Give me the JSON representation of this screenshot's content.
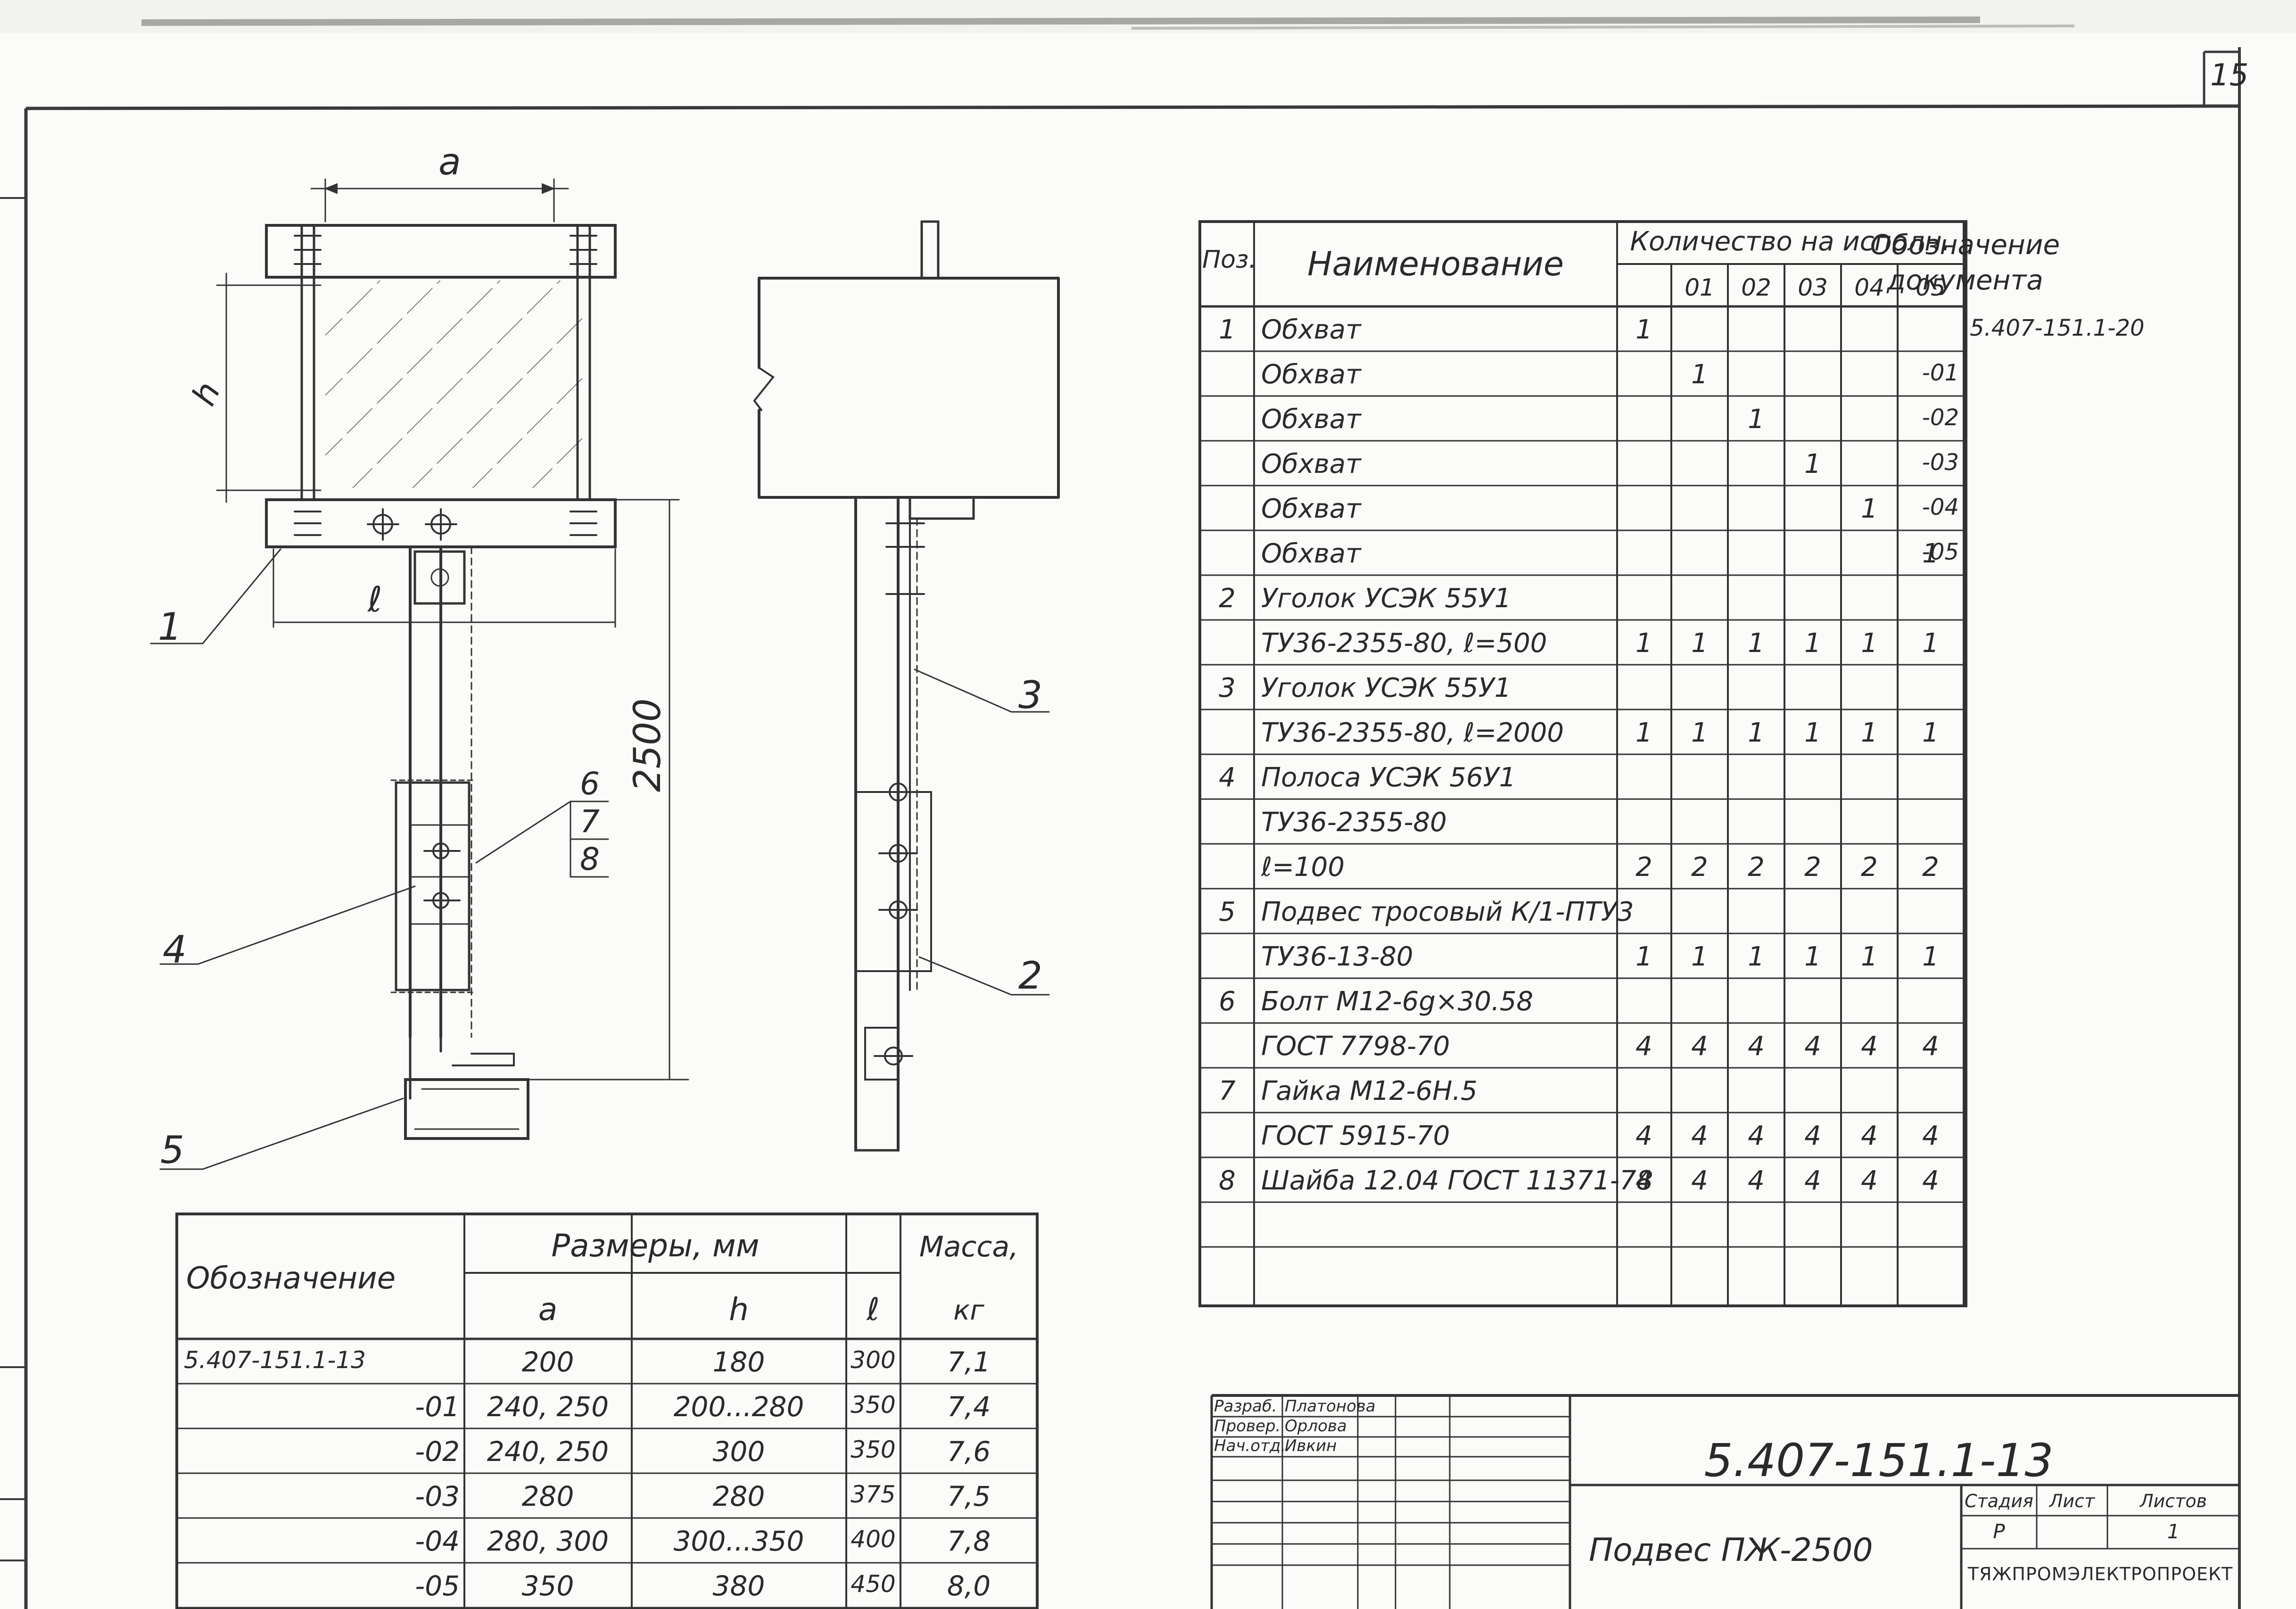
{
  "sheet_number": "15",
  "drawing_dims": {
    "a": "a",
    "h": "h",
    "l": "ℓ",
    "length": "2500"
  },
  "callouts": [
    "1",
    "2",
    "3",
    "4",
    "5",
    "6",
    "7",
    "8"
  ],
  "spec_table": {
    "headers": {
      "pos": "Поз.",
      "name": "Наименование",
      "qty": "Количество на исполн.",
      "doc_line1": "Обозначение",
      "doc_line2": "документа",
      "variants": [
        "",
        "01",
        "02",
        "03",
        "04",
        "05"
      ]
    },
    "rows": [
      {
        "pos": "1",
        "name": "Обхват",
        "q": [
          "1",
          "",
          "",
          "",
          "",
          ""
        ],
        "doc": "5.407-151.1-20"
      },
      {
        "pos": "",
        "name": "Обхват",
        "q": [
          "",
          "1",
          "",
          "",
          "",
          ""
        ],
        "doc": "-01"
      },
      {
        "pos": "",
        "name": "Обхват",
        "q": [
          "",
          "",
          "1",
          "",
          "",
          ""
        ],
        "doc": "-02"
      },
      {
        "pos": "",
        "name": "Обхват",
        "q": [
          "",
          "",
          "",
          "1",
          "",
          ""
        ],
        "doc": "-03"
      },
      {
        "pos": "",
        "name": "Обхват",
        "q": [
          "",
          "",
          "",
          "",
          "1",
          ""
        ],
        "doc": "-04"
      },
      {
        "pos": "",
        "name": "Обхват",
        "q": [
          "",
          "",
          "",
          "",
          "",
          "1"
        ],
        "doc": "-05"
      },
      {
        "pos": "2",
        "name": "Уголок УСЭК 55У1",
        "q": [
          "",
          "",
          "",
          "",
          "",
          ""
        ],
        "doc": ""
      },
      {
        "pos": "",
        "name": "ТУ36-2355-80, ℓ=500",
        "q": [
          "1",
          "1",
          "1",
          "1",
          "1",
          "1"
        ],
        "doc": ""
      },
      {
        "pos": "3",
        "name": "Уголок УСЭК 55У1",
        "q": [
          "",
          "",
          "",
          "",
          "",
          ""
        ],
        "doc": ""
      },
      {
        "pos": "",
        "name": "ТУ36-2355-80, ℓ=2000",
        "q": [
          "1",
          "1",
          "1",
          "1",
          "1",
          "1"
        ],
        "doc": ""
      },
      {
        "pos": "4",
        "name": "Полоса УСЭК 56У1",
        "q": [
          "",
          "",
          "",
          "",
          "",
          ""
        ],
        "doc": ""
      },
      {
        "pos": "",
        "name": "ТУ36-2355-80",
        "q": [
          "",
          "",
          "",
          "",
          "",
          ""
        ],
        "doc": ""
      },
      {
        "pos": "",
        "name": "ℓ=100",
        "q": [
          "2",
          "2",
          "2",
          "2",
          "2",
          "2"
        ],
        "doc": ""
      },
      {
        "pos": "5",
        "name": "Подвес тросовый К/1-ПТУ3",
        "q": [
          "",
          "",
          "",
          "",
          "",
          ""
        ],
        "doc": ""
      },
      {
        "pos": "",
        "name": "ТУ36-13-80",
        "q": [
          "1",
          "1",
          "1",
          "1",
          "1",
          "1"
        ],
        "doc": ""
      },
      {
        "pos": "6",
        "name": "Болт М12-6g×30.58",
        "q": [
          "",
          "",
          "",
          "",
          "",
          ""
        ],
        "doc": ""
      },
      {
        "pos": "",
        "name": "ГОСТ 7798-70",
        "q": [
          "4",
          "4",
          "4",
          "4",
          "4",
          "4"
        ],
        "doc": ""
      },
      {
        "pos": "7",
        "name": "Гайка М12-6Н.5",
        "q": [
          "",
          "",
          "",
          "",
          "",
          ""
        ],
        "doc": ""
      },
      {
        "pos": "",
        "name": "ГОСТ 5915-70",
        "q": [
          "4",
          "4",
          "4",
          "4",
          "4",
          "4"
        ],
        "doc": ""
      },
      {
        "pos": "8",
        "name": "Шайба 12.04 ГОСТ 11371-78",
        "q": [
          "4",
          "4",
          "4",
          "4",
          "4",
          "4"
        ],
        "doc": ""
      },
      {
        "pos": "",
        "name": "",
        "q": [
          "",
          "",
          "",
          "",
          "",
          ""
        ],
        "doc": ""
      },
      {
        "pos": "",
        "name": "",
        "q": [
          "",
          "",
          "",
          "",
          "",
          ""
        ],
        "doc": ""
      }
    ]
  },
  "size_table": {
    "headers": {
      "designation": "Обозначение",
      "sizes": "Размеры, мм",
      "a": "a",
      "h": "h",
      "l": "ℓ",
      "mass": "Масса,",
      "mass_unit": "кг"
    },
    "rows": [
      {
        "designation": "5.407-151.1-13",
        "a": "200",
        "h": "180",
        "l": "300",
        "mass": "7,1"
      },
      {
        "designation": "-01",
        "a": "240, 250",
        "h": "200...280",
        "l": "350",
        "mass": "7,4"
      },
      {
        "designation": "-02",
        "a": "240, 250",
        "h": "300",
        "l": "350",
        "mass": "7,6"
      },
      {
        "designation": "-03",
        "a": "280",
        "h": "280",
        "l": "375",
        "mass": "7,5"
      },
      {
        "designation": "-04",
        "a": "280, 300",
        "h": "300...350",
        "l": "400",
        "mass": "7,8"
      },
      {
        "designation": "-05",
        "a": "350",
        "h": "380",
        "l": "450",
        "mass": "8,0"
      }
    ]
  },
  "title_block": {
    "signatures": [
      {
        "role": "Разраб.",
        "name": "Платонова"
      },
      {
        "role": "Провер.",
        "name": "Орлова"
      },
      {
        "role": "Нач.отд.",
        "name": "Ивкин"
      }
    ],
    "designation": "5.407-151.1-13",
    "title": "Подвес ПЖ-2500",
    "stage_label": "Стадия",
    "sheet_label": "Лист",
    "sheets_label": "Листов",
    "stage_value": "Р",
    "sheets_value": "1",
    "org": "ТЯЖПРОМЭЛЕКТРОПРОЕКТ"
  }
}
